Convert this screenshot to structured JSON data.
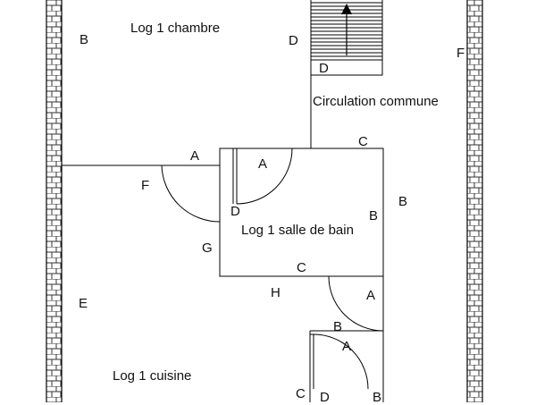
{
  "rooms": {
    "chambre": "Log 1 chambre",
    "circulation": "Circulation commune",
    "salle_de_bain": "Log 1 salle de bain",
    "cuisine": "Log 1 cuisine"
  },
  "letters": {
    "b_top_left": "B",
    "d_top": "D",
    "f_top_right": "F",
    "d_stair": "D",
    "c_bath_top": "C",
    "a_bath_wall": "A",
    "a_door": "A",
    "f_left": "F",
    "d_door": "D",
    "b_bath_inside": "B",
    "b_bath_right": "B",
    "g_left": "G",
    "c_bath_bottom": "C",
    "h_mid": "H",
    "a_right_door": "A",
    "e_left": "E",
    "b_small": "B",
    "a_small_door": "A",
    "c_bottom": "C",
    "d_bottom": "D",
    "b_bottom_right": "B"
  },
  "colors": {
    "line": "#000000",
    "wall_fill": "#ffffff",
    "brick_line": "#333333"
  },
  "icons": {
    "stair_arrow": "up-arrow-icon"
  }
}
